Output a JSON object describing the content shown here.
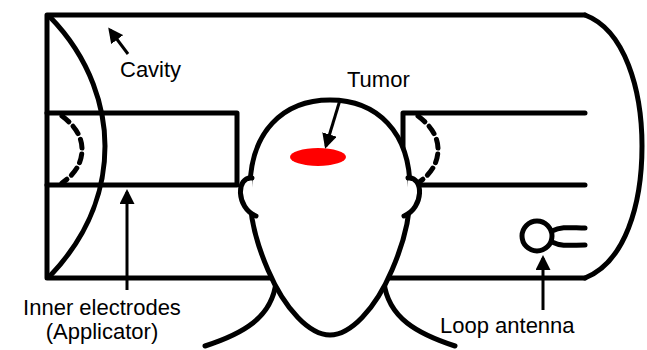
{
  "diagram": {
    "labels": [
      "Cavity",
      "Tumor",
      "Inner electrodes (Applicator)",
      "Loop antenna"
    ]
  }
}
